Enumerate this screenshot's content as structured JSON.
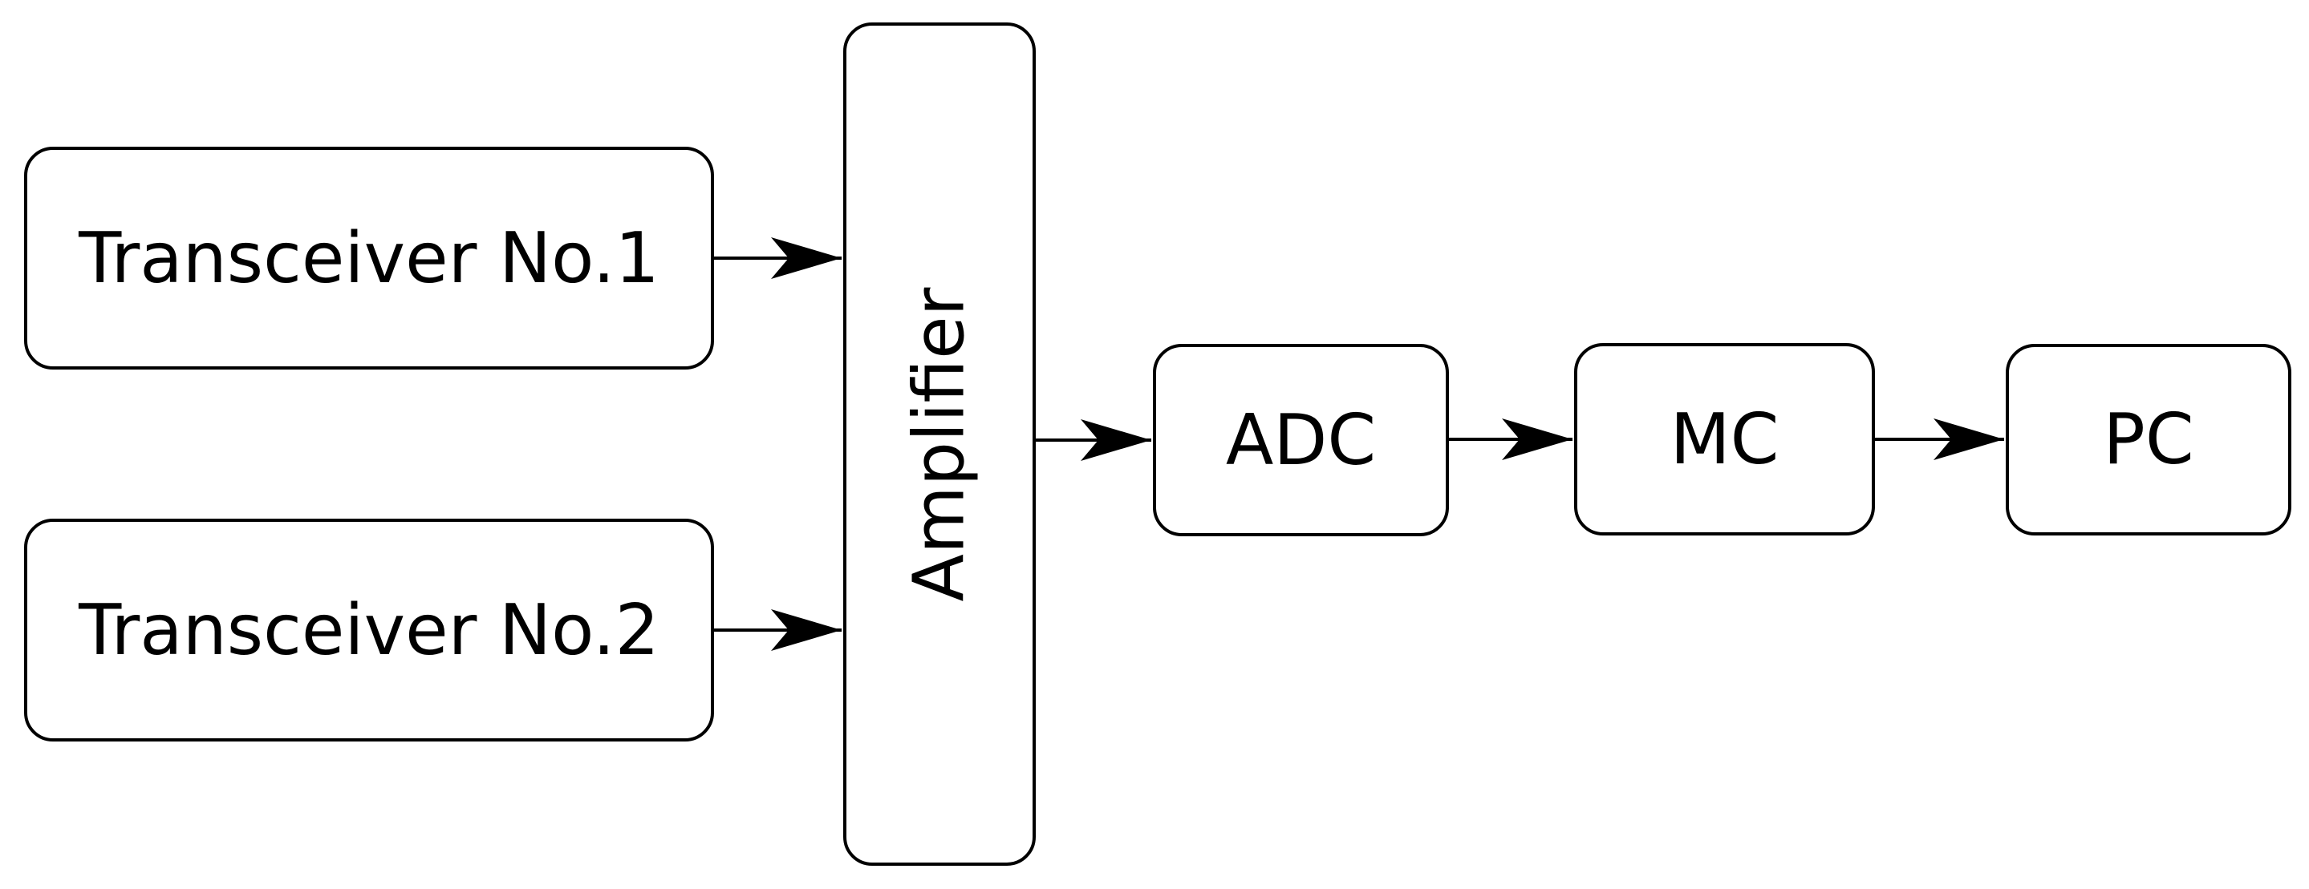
{
  "diagram": {
    "type": "block-diagram",
    "colors": {
      "background": "#ffffff",
      "node_border": "#000000",
      "text": "#000000",
      "arrow": "#000000"
    },
    "nodes": [
      {
        "id": "transceiver1",
        "label": "Transceiver No.1"
      },
      {
        "id": "transceiver2",
        "label": "Transceiver No.2"
      },
      {
        "id": "amplifier",
        "label": "Amplifier",
        "text_orientation": "vertical-bottom-to-top"
      },
      {
        "id": "adc",
        "label": "ADC"
      },
      {
        "id": "mc",
        "label": "MC"
      },
      {
        "id": "pc",
        "label": "PC"
      }
    ],
    "edges": [
      {
        "from": "transceiver1",
        "to": "amplifier"
      },
      {
        "from": "transceiver2",
        "to": "amplifier"
      },
      {
        "from": "amplifier",
        "to": "adc"
      },
      {
        "from": "adc",
        "to": "mc"
      },
      {
        "from": "mc",
        "to": "pc"
      }
    ]
  }
}
